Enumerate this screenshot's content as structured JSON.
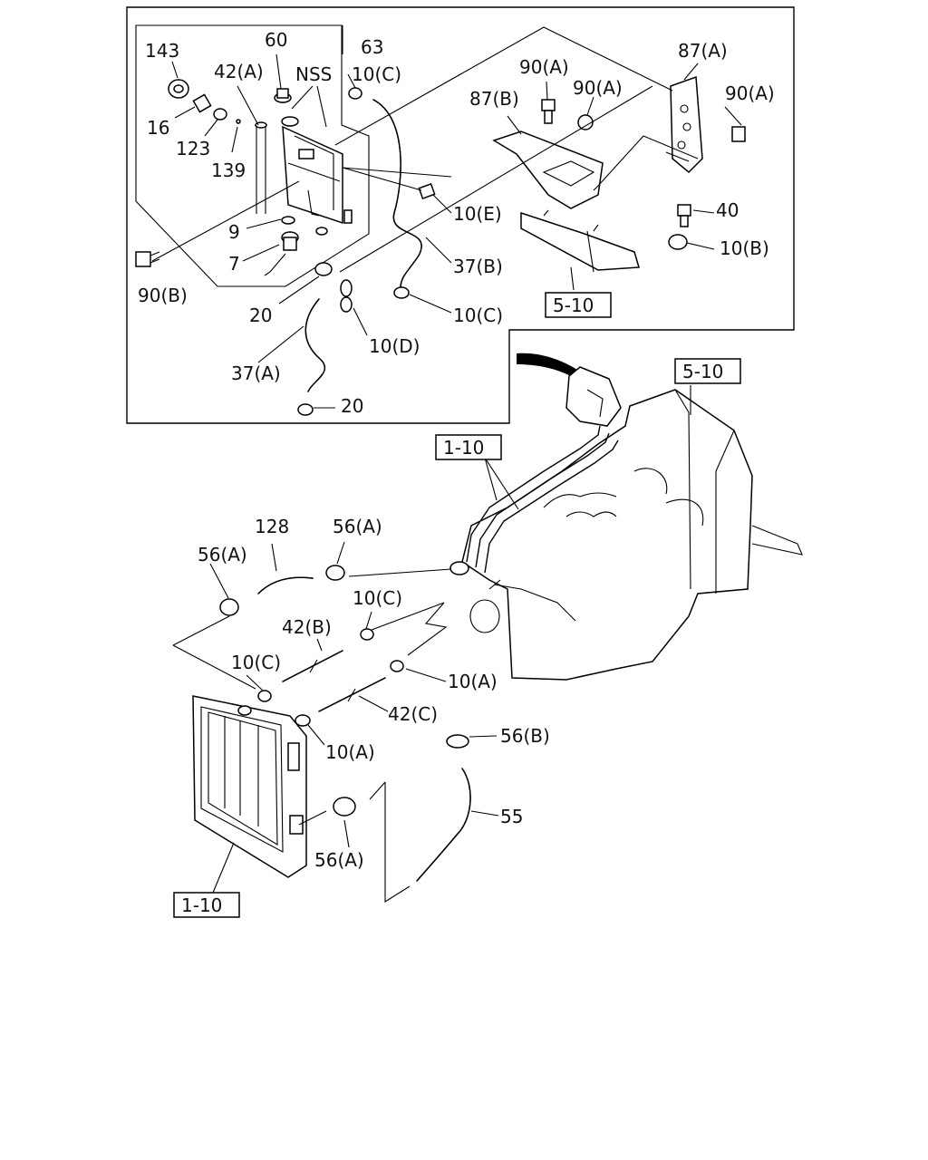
{
  "labels": {
    "l143": "143",
    "l60": "60",
    "l63": "63",
    "l42a": "42(A)",
    "lnss": "NSS",
    "l10c_1": "10(C)",
    "l16": "16",
    "l123": "123",
    "l139": "139",
    "l9": "9",
    "l7": "7",
    "l90b": "90(B)",
    "l20_1": "20",
    "l37a": "37(A)",
    "l20_2": "20",
    "l10d": "10(D)",
    "l10e": "10(E)",
    "l37b": "37(B)",
    "l10c_2": "10(C)",
    "l90a_1": "90(A)",
    "l90a_2": "90(A)",
    "l87a": "87(A)",
    "l90a_3": "90(A)",
    "l87b": "87(B)",
    "l40": "40",
    "l10b": "10(B)",
    "ref510_inset": "5-10",
    "ref510_main": "5-10",
    "ref110_top": "1-10",
    "ref110_bottom": "1-10",
    "l56a_1": "56(A)",
    "l128": "128",
    "l56a_2": "56(A)",
    "l10c_3": "10(C)",
    "l42b": "42(B)",
    "l10c_4": "10(C)",
    "l10a_1": "10(A)",
    "l42c": "42(C)",
    "l10a_2": "10(A)",
    "l56b": "56(B)",
    "l55": "55",
    "l56a_3": "56(A)"
  }
}
